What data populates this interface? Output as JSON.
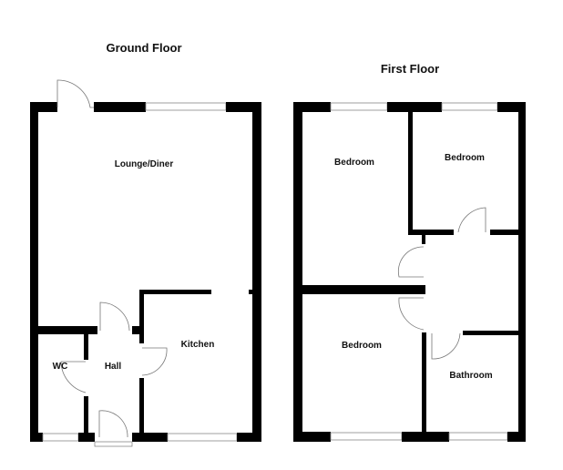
{
  "ground_floor": {
    "title": "Ground Floor",
    "rooms": {
      "lounge": "Lounge/Diner",
      "kitchen": "Kitchen",
      "wc": "WC",
      "hall": "Hall"
    }
  },
  "first_floor": {
    "title": "First Floor",
    "rooms": {
      "bedroom_1": "Bedroom",
      "bedroom_2": "Bedroom",
      "bedroom_3": "Bedroom",
      "bathroom": "Bathroom"
    }
  },
  "colors": {
    "wall": "#000000",
    "background": "#ffffff",
    "fixture": "#777777"
  }
}
